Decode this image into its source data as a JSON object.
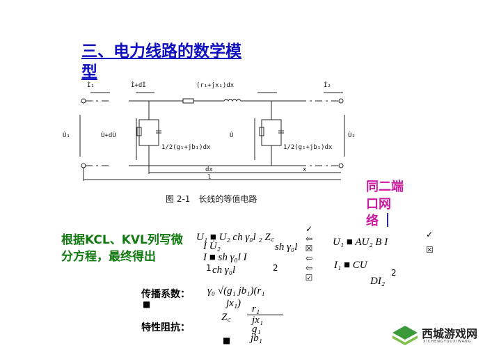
{
  "title": {
    "line1": "三、电力线路的数学模",
    "line2": "型"
  },
  "circuit": {
    "labels": {
      "i1": "İ₁",
      "i_di": "İ+dİ",
      "series": "(r₁+jx₁)dx",
      "i2": "İ₂",
      "u1": "U̇₁",
      "u_du": "U̇+dU̇",
      "u": "U̇",
      "u2": "U̇₂",
      "shunt1": "1/2(g₁+jb₁)dx",
      "shunt2": "1/2(g₁+jb₁)dx",
      "dx": "dx",
      "x": "x",
      "l": "l"
    },
    "caption": "图 2-1　长线的等值电路"
  },
  "note": {
    "line1": "同二端",
    "line2": "口网",
    "line3": "络"
  },
  "arrow_color": "#2a2aa0",
  "derive": {
    "line1": "根据KCL、KVL列写微",
    "line2": "分方程，最终得出"
  },
  "eq_left": {
    "l1": "U₁ ■ U₂ ch γ₀l  ₂ Z꜀",
    "l1b": "sh γ₀l",
    "l2": "I  U̇₂",
    "l3": "I ■      sh γ₀l     I",
    "l4": "ch γ₀l",
    "sub1": "1",
    "sub2": "2"
  },
  "eq_right": {
    "l1": "U₁  ■ AU₂   B I",
    "l2": "I₁  ■ CU",
    "l3": "DI₂",
    "sub": "2"
  },
  "propagation": {
    "label": "传播系数：",
    "sq": "■",
    "expr": "γ₀ √(g₁  jb₁)(r₁",
    "expr2": "jx₁)"
  },
  "impedance": {
    "label": "特性阻抗：",
    "zc": "Z꜀",
    "num": "r₁",
    "den1": "jx₁",
    "den2": "g₁",
    "den3": "jb₁",
    "sq": "■"
  },
  "logo": {
    "name": "西城游戏网",
    "sub": "XICHENGYOUXIWANG",
    "color": "#3a9a3a"
  }
}
